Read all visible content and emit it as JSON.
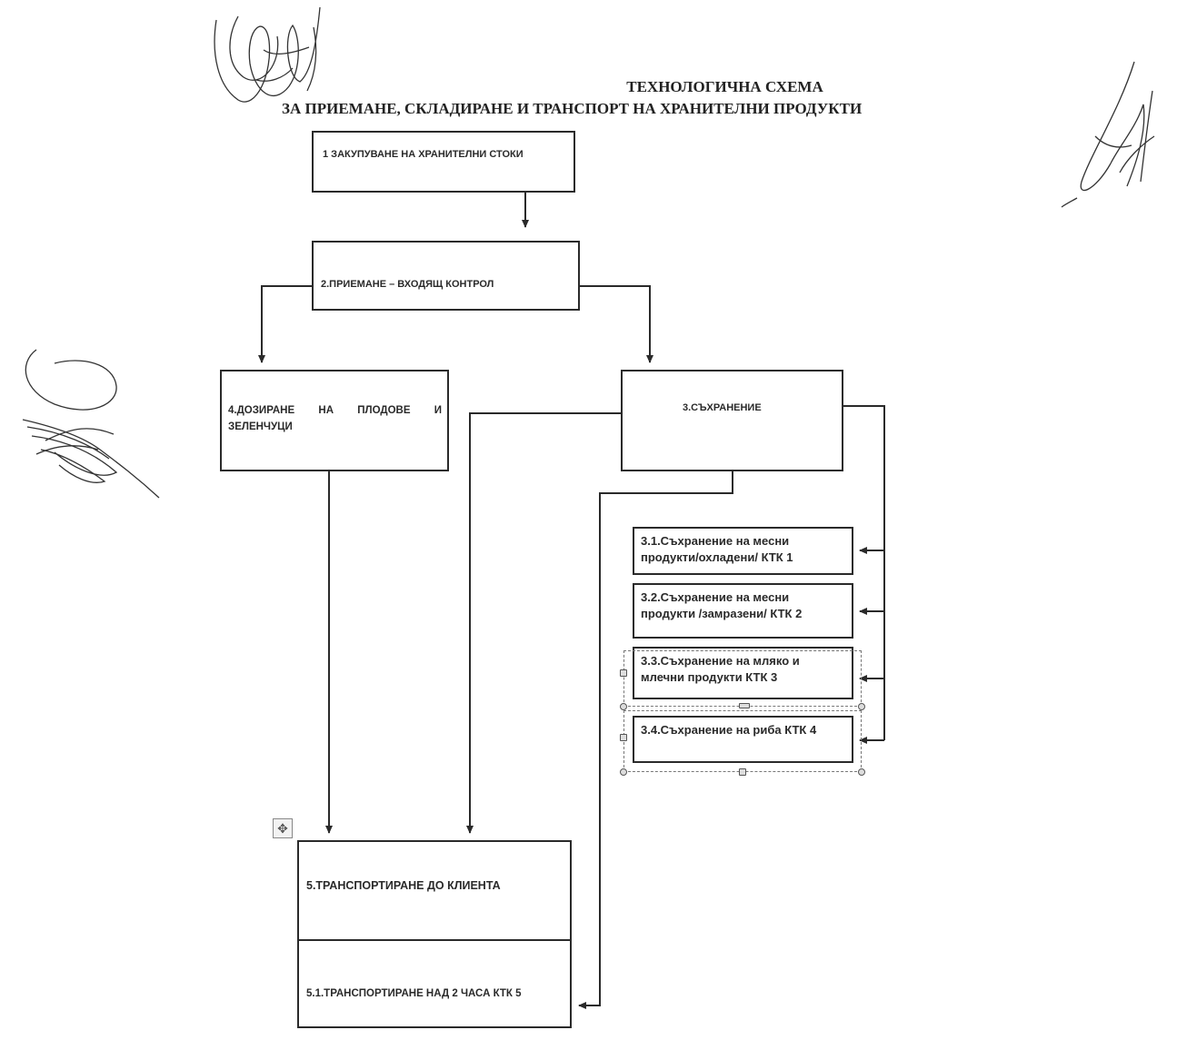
{
  "document": {
    "title_line1": "ТЕХНОЛОГИЧНА СХЕМА",
    "title_line2": "ЗА ПРИЕМАНЕ, СКЛАДИРАНЕ И ТРАНСПОРТ НА ХРАНИТЕЛНИ ПРОДУКТИ"
  },
  "boxes": {
    "b1": "1 ЗАКУПУВАНЕ НА ХРАНИТЕЛНИ СТОКИ",
    "b2": "2.ПРИЕМАНЕ – ВХОДЯЩ КОНТРОЛ",
    "b3": "3.СЪХРАНЕНИЕ",
    "b4": "4.ДОЗИРАНЕ НА ПЛОДОВЕ И ЗЕЛЕНЧУЦИ",
    "b5": "5.ТРАНСПОРТИРАНЕ ДО КЛИЕНТА",
    "b51": "5.1.ТРАНСПОРТИРАНЕ НАД 2 ЧАСА КТК 5"
  },
  "subboxes": {
    "s31": "3.1.Съхранение на месни продукти/охладени/ КТК 1",
    "s32": "3.2.Съхранение на месни продукти /замразени/ КТК 2",
    "s33": "3.3.Съхранение на мляко и млечни продукти КТК 3",
    "s34": "3.4.Съхранение на риба КТК 4"
  },
  "icons": {
    "signature_top_left": "signature-icon",
    "signature_top_right": "signature-icon",
    "signature_left": "signature-icon",
    "move_handle": "move-icon"
  },
  "colors": {
    "ink": "#2a2a2a",
    "selection": "#777777"
  }
}
